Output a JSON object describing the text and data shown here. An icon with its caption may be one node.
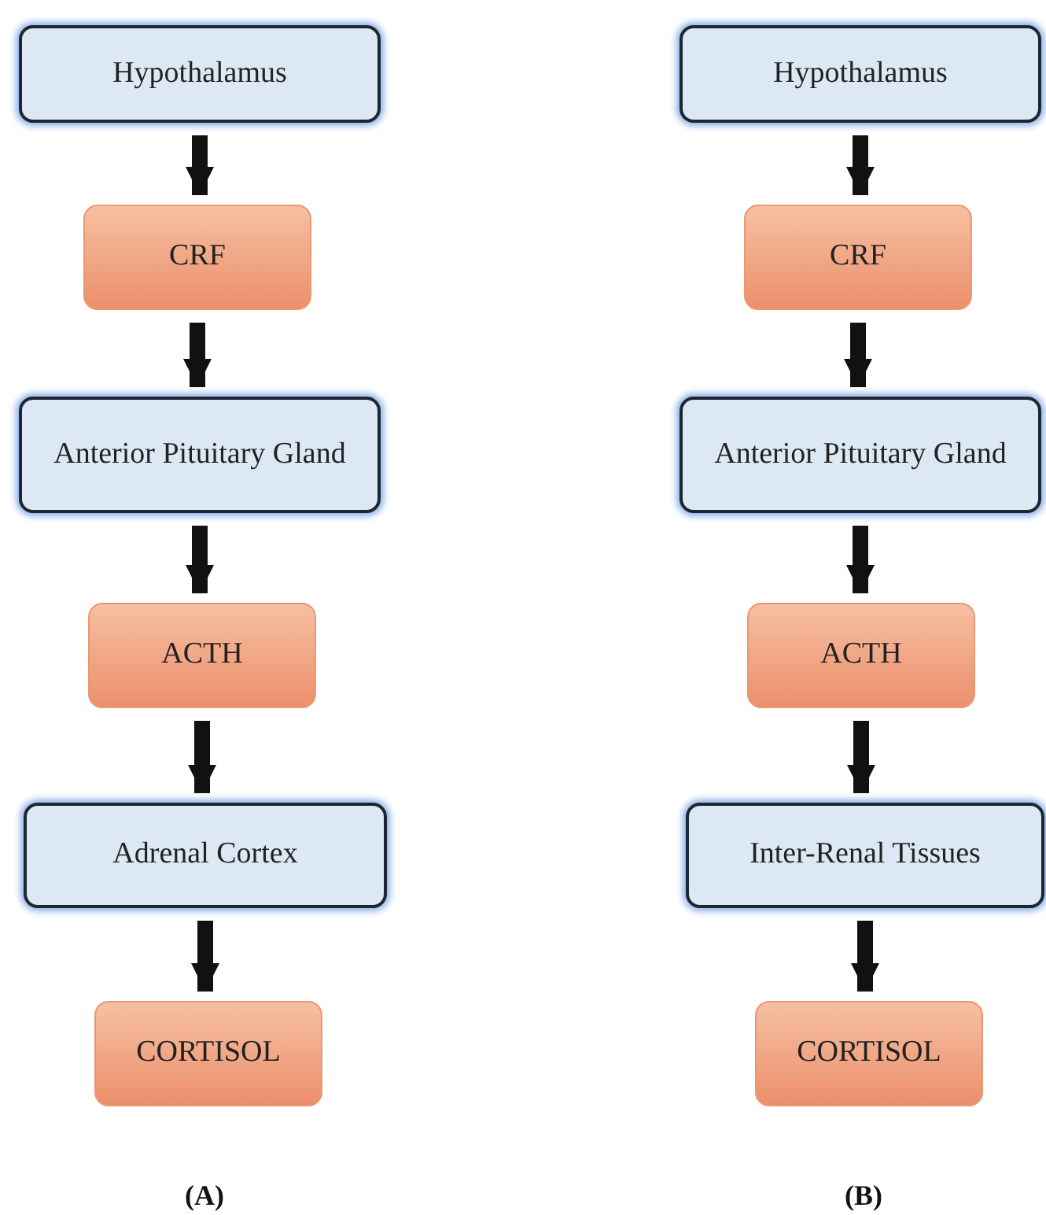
{
  "diagram": {
    "nodes": [
      {
        "text": [
          "Hypothalamus"
        ]
      },
      {
        "text": [
          "CRF"
        ]
      },
      {
        "text": [
          "Anterior Pituitary Gland"
        ]
      },
      {
        "text": [
          "ACTH"
        ]
      },
      {
        "text": [
          "Adrenal Cortex"
        ]
      },
      {
        "text": [
          "CORTISOL"
        ]
      },
      {
        "text": [
          "Hypothalamus"
        ]
      },
      {
        "text": [
          "CRF"
        ]
      },
      {
        "text": [
          "Anterior Pituitary Gland"
        ]
      },
      {
        "text": [
          "ACTH"
        ]
      },
      {
        "text": [
          "Inter-Renal Tissues"
        ]
      },
      {
        "text": [
          "CORTISOL"
        ]
      }
    ],
    "edges": [
      {
        "from": 0,
        "to": 1,
        "arrow": "to"
      },
      {
        "from": 1,
        "to": 2,
        "arrow": "to"
      },
      {
        "from": 2,
        "to": 3,
        "arrow": "to"
      },
      {
        "from": 3,
        "to": 4,
        "arrow": "to"
      },
      {
        "from": 4,
        "to": 5,
        "arrow": "to"
      },
      {
        "from": 6,
        "to": 7,
        "arrow": "to"
      },
      {
        "from": 7,
        "to": 8,
        "arrow": "to"
      },
      {
        "from": 8,
        "to": 9,
        "arrow": "to"
      },
      {
        "from": 9,
        "to": 10,
        "arrow": "to"
      },
      {
        "from": 10,
        "to": 11,
        "arrow": "to"
      }
    ],
    "labels": [
      "(A)",
      "(B)"
    ]
  }
}
